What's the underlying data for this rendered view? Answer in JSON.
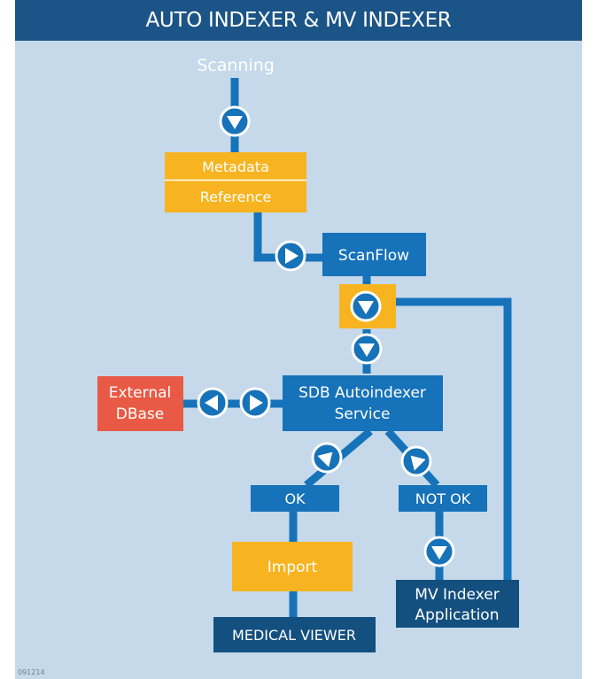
{
  "title": "AUTO INDEXER & MV INDEXER",
  "colors": {
    "frame_background": "#c5d9ea",
    "title_bar": "#1b5486",
    "flow_blue": "#1672b9",
    "dark_blue": "#134f7f",
    "metadata_yellow": "#f7b420",
    "external_red": "#e85a45",
    "arrow_node_fill": "#1672b9",
    "arrow_node_ring": "#ffffff"
  },
  "nodes": {
    "scanning": "Scanning",
    "metadata": "Metadata",
    "reference": "Reference",
    "scanflow": "ScanFlow",
    "external_dbase_line1": "External",
    "external_dbase_line2": "DBase",
    "sdb_autoindexer_line1": "SDB Autoindexer",
    "sdb_autoindexer_line2": "Service",
    "ok": "OK",
    "not_ok": "NOT OK",
    "import": "Import",
    "medical_viewer": "MEDICAL VIEWER",
    "mv_indexer_line1": "MV Indexer",
    "mv_indexer_line2": "Application"
  },
  "footer_code": "091214",
  "arrow_icons": [
    "arrow-down-icon",
    "arrow-right-icon",
    "arrow-left-icon",
    "arrow-up-right-icon",
    "arrow-up-left-icon"
  ]
}
